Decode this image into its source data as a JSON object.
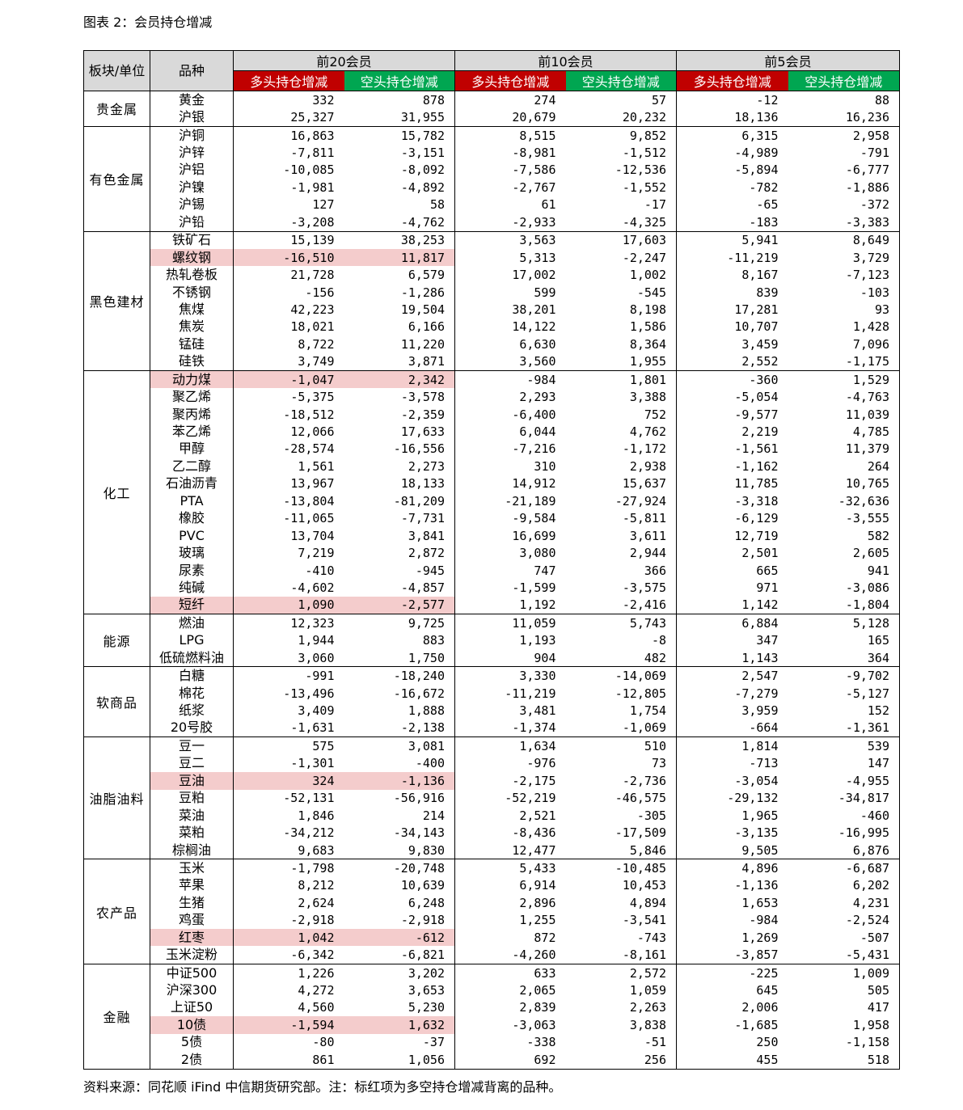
{
  "caption": "图表 2：会员持仓增减",
  "footer": "资料来源：同花顺 iFind 中信期货研究部。注：标红项为多空持仓增减背离的品种。",
  "header": {
    "sector": "板块/单位",
    "variety": "品种",
    "groups": [
      "前20会员",
      "前10会员",
      "前5会员"
    ],
    "long": "多头持仓增减",
    "short": "空头持仓增减"
  },
  "colors": {
    "long_header": "#c00000",
    "short_header": "#00a651",
    "highlight": "#f4cccc",
    "header_bg": "#d9d9d9"
  },
  "sections": [
    {
      "name": "贵金属",
      "rows": [
        {
          "name": "黄金",
          "v": [
            "332",
            "878",
            "274",
            "57",
            "-12",
            "88"
          ]
        },
        {
          "name": "沪银",
          "v": [
            "25,327",
            "31,955",
            "20,679",
            "20,232",
            "18,136",
            "16,236"
          ]
        }
      ]
    },
    {
      "name": "有色金属",
      "rows": [
        {
          "name": "沪铜",
          "v": [
            "16,863",
            "15,782",
            "8,515",
            "9,852",
            "6,315",
            "2,958"
          ]
        },
        {
          "name": "沪锌",
          "v": [
            "-7,811",
            "-3,151",
            "-8,981",
            "-1,512",
            "-4,989",
            "-791"
          ]
        },
        {
          "name": "沪铝",
          "v": [
            "-10,085",
            "-8,092",
            "-7,586",
            "-12,536",
            "-5,894",
            "-6,777"
          ]
        },
        {
          "name": "沪镍",
          "v": [
            "-1,981",
            "-4,892",
            "-2,767",
            "-1,552",
            "-782",
            "-1,886"
          ]
        },
        {
          "name": "沪锡",
          "v": [
            "127",
            "58",
            "61",
            "-17",
            "-65",
            "-372"
          ]
        },
        {
          "name": "沪铅",
          "v": [
            "-3,208",
            "-4,762",
            "-2,933",
            "-4,325",
            "-183",
            "-3,383"
          ]
        }
      ]
    },
    {
      "name": "黑色建材",
      "rows": [
        {
          "name": "铁矿石",
          "v": [
            "15,139",
            "38,253",
            "3,563",
            "17,603",
            "5,941",
            "8,649"
          ]
        },
        {
          "name": "螺纹钢",
          "hl": true,
          "v": [
            "-16,510",
            "11,817",
            "5,313",
            "-2,247",
            "-11,219",
            "3,729"
          ]
        },
        {
          "name": "热轧卷板",
          "v": [
            "21,728",
            "6,579",
            "17,002",
            "1,002",
            "8,167",
            "-7,123"
          ]
        },
        {
          "name": "不锈钢",
          "v": [
            "-156",
            "-1,286",
            "599",
            "-545",
            "839",
            "-103"
          ]
        },
        {
          "name": "焦煤",
          "v": [
            "42,223",
            "19,504",
            "38,201",
            "8,198",
            "17,281",
            "93"
          ]
        },
        {
          "name": "焦炭",
          "v": [
            "18,021",
            "6,166",
            "14,122",
            "1,586",
            "10,707",
            "1,428"
          ]
        },
        {
          "name": "锰硅",
          "v": [
            "8,722",
            "11,220",
            "6,630",
            "8,364",
            "3,459",
            "7,096"
          ]
        },
        {
          "name": "硅铁",
          "v": [
            "3,749",
            "3,871",
            "3,560",
            "1,955",
            "2,552",
            "-1,175"
          ]
        }
      ]
    },
    {
      "name": "化工",
      "rows": [
        {
          "name": "动力煤",
          "hl": true,
          "v": [
            "-1,047",
            "2,342",
            "-984",
            "1,801",
            "-360",
            "1,529"
          ]
        },
        {
          "name": "聚乙烯",
          "v": [
            "-5,375",
            "-3,578",
            "2,293",
            "3,388",
            "-5,054",
            "-4,763"
          ]
        },
        {
          "name": "聚丙烯",
          "v": [
            "-18,512",
            "-2,359",
            "-6,400",
            "752",
            "-9,577",
            "11,039"
          ]
        },
        {
          "name": "苯乙烯",
          "v": [
            "12,066",
            "17,633",
            "6,044",
            "4,762",
            "2,219",
            "4,785"
          ]
        },
        {
          "name": "甲醇",
          "v": [
            "-28,574",
            "-16,556",
            "-7,216",
            "-1,172",
            "-1,561",
            "11,379"
          ]
        },
        {
          "name": "乙二醇",
          "v": [
            "1,561",
            "2,273",
            "310",
            "2,938",
            "-1,162",
            "264"
          ]
        },
        {
          "name": "石油沥青",
          "v": [
            "13,967",
            "18,133",
            "14,912",
            "15,637",
            "11,785",
            "10,765"
          ]
        },
        {
          "name": "PTA",
          "v": [
            "-13,804",
            "-81,209",
            "-21,189",
            "-27,924",
            "-3,318",
            "-32,636"
          ]
        },
        {
          "name": "橡胶",
          "v": [
            "-11,065",
            "-7,731",
            "-9,584",
            "-5,811",
            "-6,129",
            "-3,555"
          ]
        },
        {
          "name": "PVC",
          "v": [
            "13,704",
            "3,841",
            "16,699",
            "3,611",
            "12,719",
            "582"
          ]
        },
        {
          "name": "玻璃",
          "v": [
            "7,219",
            "2,872",
            "3,080",
            "2,944",
            "2,501",
            "2,605"
          ]
        },
        {
          "name": "尿素",
          "v": [
            "-410",
            "-945",
            "747",
            "366",
            "665",
            "941"
          ]
        },
        {
          "name": "纯碱",
          "v": [
            "-4,602",
            "-4,857",
            "-1,599",
            "-3,575",
            "971",
            "-3,086"
          ]
        },
        {
          "name": "短纤",
          "hl": true,
          "v": [
            "1,090",
            "-2,577",
            "1,192",
            "-2,416",
            "1,142",
            "-1,804"
          ]
        }
      ]
    },
    {
      "name": "能源",
      "rows": [
        {
          "name": "燃油",
          "v": [
            "12,323",
            "9,725",
            "11,059",
            "5,743",
            "6,884",
            "5,128"
          ]
        },
        {
          "name": "LPG",
          "v": [
            "1,944",
            "883",
            "1,193",
            "-8",
            "347",
            "165"
          ]
        },
        {
          "name": "低硫燃料油",
          "v": [
            "3,060",
            "1,750",
            "904",
            "482",
            "1,143",
            "364"
          ]
        }
      ]
    },
    {
      "name": "软商品",
      "rows": [
        {
          "name": "白糖",
          "v": [
            "-991",
            "-18,240",
            "3,330",
            "-14,069",
            "2,547",
            "-9,702"
          ]
        },
        {
          "name": "棉花",
          "v": [
            "-13,496",
            "-16,672",
            "-11,219",
            "-12,805",
            "-7,279",
            "-5,127"
          ]
        },
        {
          "name": "纸浆",
          "v": [
            "3,409",
            "1,888",
            "3,481",
            "1,754",
            "3,959",
            "152"
          ]
        },
        {
          "name": "20号胶",
          "v": [
            "-1,631",
            "-2,138",
            "-1,374",
            "-1,069",
            "-664",
            "-1,361"
          ]
        }
      ]
    },
    {
      "name": "油脂油料",
      "rows": [
        {
          "name": "豆一",
          "v": [
            "575",
            "3,081",
            "1,634",
            "510",
            "1,814",
            "539"
          ]
        },
        {
          "name": "豆二",
          "v": [
            "-1,301",
            "-400",
            "-976",
            "73",
            "-713",
            "147"
          ]
        },
        {
          "name": "豆油",
          "hl": true,
          "v": [
            "324",
            "-1,136",
            "-2,175",
            "-2,736",
            "-3,054",
            "-4,955"
          ]
        },
        {
          "name": "豆粕",
          "v": [
            "-52,131",
            "-56,916",
            "-52,219",
            "-46,575",
            "-29,132",
            "-34,817"
          ]
        },
        {
          "name": "菜油",
          "v": [
            "1,846",
            "214",
            "2,521",
            "-305",
            "1,965",
            "-460"
          ]
        },
        {
          "name": "菜粕",
          "v": [
            "-34,212",
            "-34,143",
            "-8,436",
            "-17,509",
            "-3,135",
            "-16,995"
          ]
        },
        {
          "name": "棕榈油",
          "v": [
            "9,683",
            "9,830",
            "12,477",
            "5,846",
            "9,505",
            "6,876"
          ]
        }
      ]
    },
    {
      "name": "农产品",
      "rows": [
        {
          "name": "玉米",
          "v": [
            "-1,798",
            "-20,748",
            "5,433",
            "-10,485",
            "4,896",
            "-6,687"
          ]
        },
        {
          "name": "苹果",
          "v": [
            "8,212",
            "10,639",
            "6,914",
            "10,453",
            "-1,136",
            "6,202"
          ]
        },
        {
          "name": "生猪",
          "v": [
            "2,624",
            "6,248",
            "2,896",
            "4,894",
            "1,653",
            "4,231"
          ]
        },
        {
          "name": "鸡蛋",
          "v": [
            "-2,918",
            "-2,918",
            "1,255",
            "-3,541",
            "-984",
            "-2,524"
          ]
        },
        {
          "name": "红枣",
          "hl": true,
          "v": [
            "1,042",
            "-612",
            "872",
            "-743",
            "1,269",
            "-507"
          ]
        },
        {
          "name": "玉米淀粉",
          "v": [
            "-6,342",
            "-6,821",
            "-4,260",
            "-8,161",
            "-3,857",
            "-5,431"
          ]
        }
      ]
    },
    {
      "name": "金融",
      "rows": [
        {
          "name": "中证500",
          "v": [
            "1,226",
            "3,202",
            "633",
            "2,572",
            "-225",
            "1,009"
          ]
        },
        {
          "name": "沪深300",
          "v": [
            "4,272",
            "3,653",
            "2,065",
            "1,059",
            "645",
            "505"
          ]
        },
        {
          "name": "上证50",
          "v": [
            "4,560",
            "5,230",
            "2,839",
            "2,263",
            "2,006",
            "417"
          ]
        },
        {
          "name": "10债",
          "hl": true,
          "v": [
            "-1,594",
            "1,632",
            "-3,063",
            "3,838",
            "-1,685",
            "1,958"
          ]
        },
        {
          "name": "5债",
          "v": [
            "-80",
            "-37",
            "-338",
            "-51",
            "250",
            "-1,158"
          ]
        },
        {
          "name": "2债",
          "v": [
            "861",
            "1,056",
            "692",
            "256",
            "455",
            "518"
          ]
        }
      ]
    }
  ]
}
